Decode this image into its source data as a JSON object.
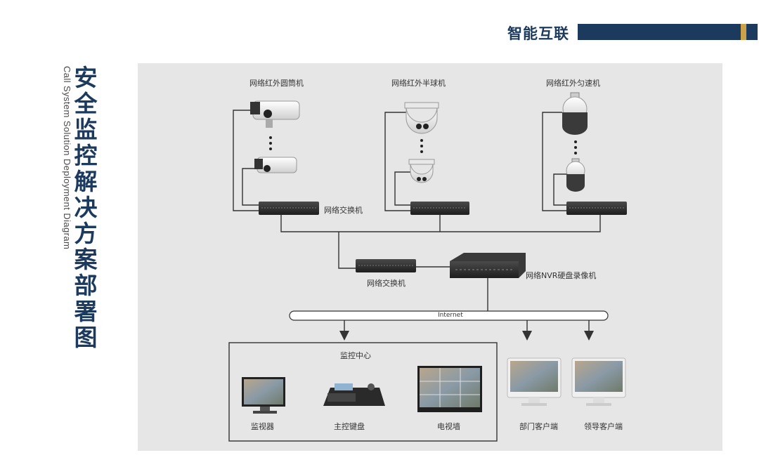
{
  "header": {
    "brand": "智能互联"
  },
  "sidebar": {
    "title_chars": [
      "安",
      "全",
      "监",
      "控",
      "解",
      "决",
      "方",
      "案",
      "部",
      "署",
      "图"
    ],
    "subtitle": "Call System Solution Deployment Diagram"
  },
  "diagram": {
    "camera_groups": [
      "网络红外圆筒机",
      "网络红外半球机",
      "网络红外匀速机"
    ],
    "switch_label_top": "网络交换机",
    "switch_label_mid": "网络交换机",
    "nvr_label": "网络NVR硬盘录像机",
    "internet_label": "Internet",
    "center_title": "监控中心",
    "center_items": [
      "监视器",
      "主控键盘",
      "电视墙"
    ],
    "clients": [
      "部门客户端",
      "领导客户端"
    ]
  },
  "colors": {
    "brand": "#1c3a5e",
    "accent": "#c9a24a",
    "panel": "#e6e6e6"
  }
}
